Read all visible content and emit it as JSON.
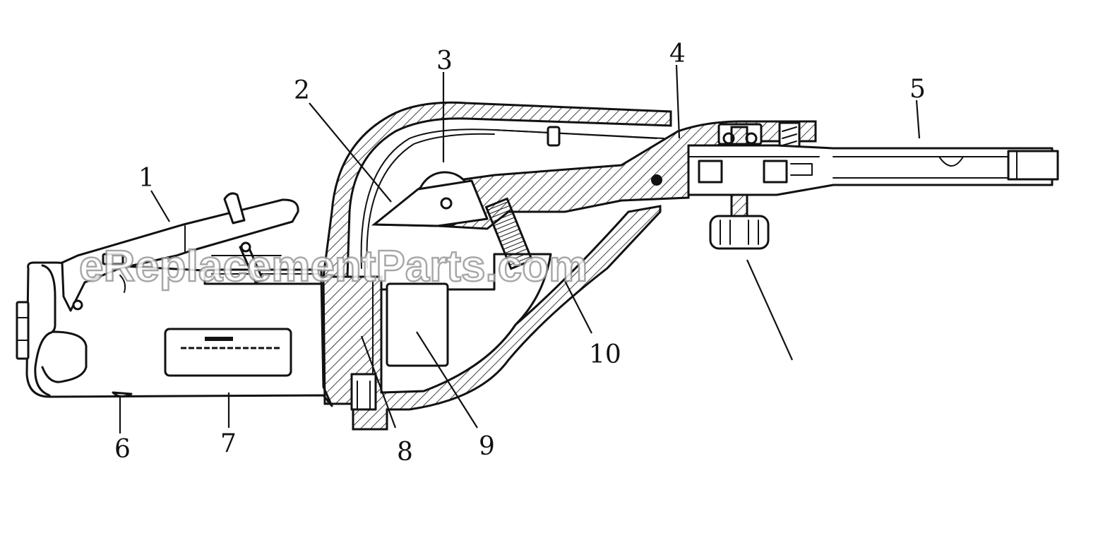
{
  "diagram": {
    "watermark": "eReplacementParts.com",
    "callouts": [
      {
        "id": "1",
        "text": "1"
      },
      {
        "id": "2",
        "text": "2"
      },
      {
        "id": "3",
        "text": "3"
      },
      {
        "id": "4",
        "text": "4"
      },
      {
        "id": "5",
        "text": "5"
      },
      {
        "id": "6",
        "text": "6"
      },
      {
        "id": "7",
        "text": "7"
      },
      {
        "id": "8",
        "text": "8"
      },
      {
        "id": "9",
        "text": "9"
      },
      {
        "id": "10",
        "text": "10"
      }
    ]
  }
}
